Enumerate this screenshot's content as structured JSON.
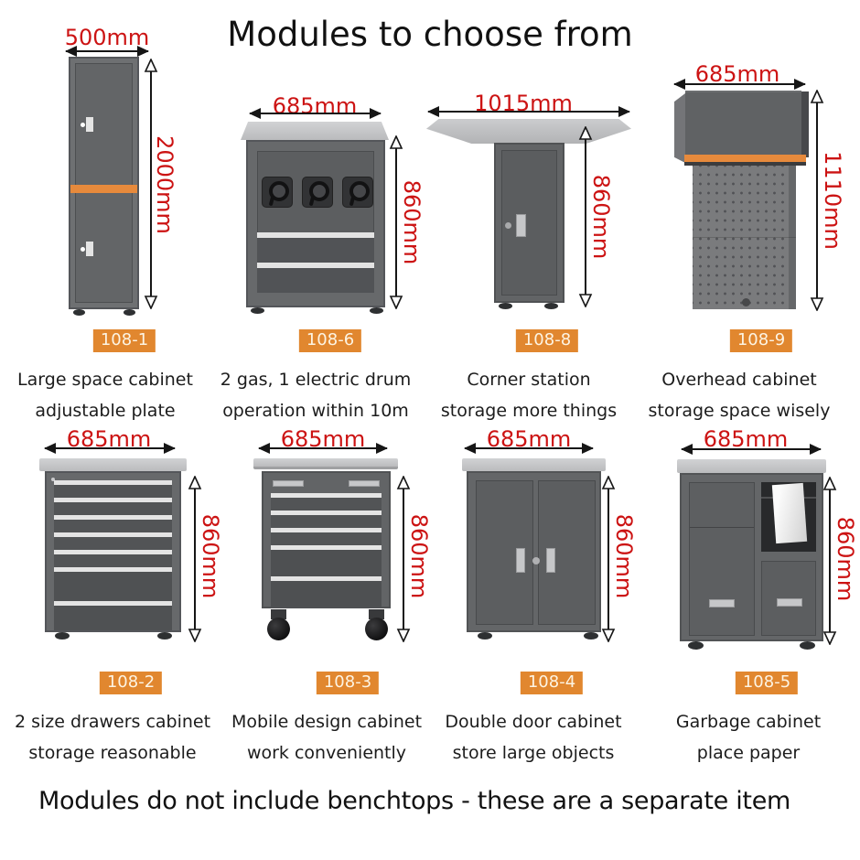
{
  "title": "Modules to choose from",
  "footer_note": "Modules do not include benchtops - these are a separate item",
  "colors": {
    "dimension_red": "#cc1313",
    "badge_orange": "#e1872f",
    "cabinet_accent_orange": "#e78a3c",
    "cabinet_gray": "#67696b",
    "benchtop_gray": "#c7c8ca"
  },
  "modules": [
    {
      "code": "108-1",
      "width": "500mm",
      "height": "2000mm",
      "caption": [
        "Large space cabinet",
        "adjustable plate"
      ]
    },
    {
      "code": "108-6",
      "width": "685mm",
      "height": "860mm",
      "caption": [
        "2 gas, 1 electric drum",
        "operation within 10m"
      ]
    },
    {
      "code": "108-8",
      "width": "1015mm",
      "height": "860mm",
      "caption": [
        "Corner station",
        "storage more things"
      ]
    },
    {
      "code": "108-9",
      "width": "685mm",
      "height": "1110mm",
      "caption": [
        "Overhead cabinet",
        "storage space wisely"
      ]
    },
    {
      "code": "108-2",
      "width": "685mm",
      "height": "860mm",
      "caption": [
        "2 size drawers cabinet",
        "storage reasonable"
      ]
    },
    {
      "code": "108-3",
      "width": "685mm",
      "height": "860mm",
      "caption": [
        "Mobile design cabinet",
        "work conveniently"
      ]
    },
    {
      "code": "108-4",
      "width": "685mm",
      "height": "860mm",
      "caption": [
        "Double door cabinet",
        "store large objects"
      ]
    },
    {
      "code": "108-5",
      "width": "685mm",
      "height": "860mm",
      "caption": [
        "Garbage cabinet",
        "place paper"
      ]
    }
  ]
}
